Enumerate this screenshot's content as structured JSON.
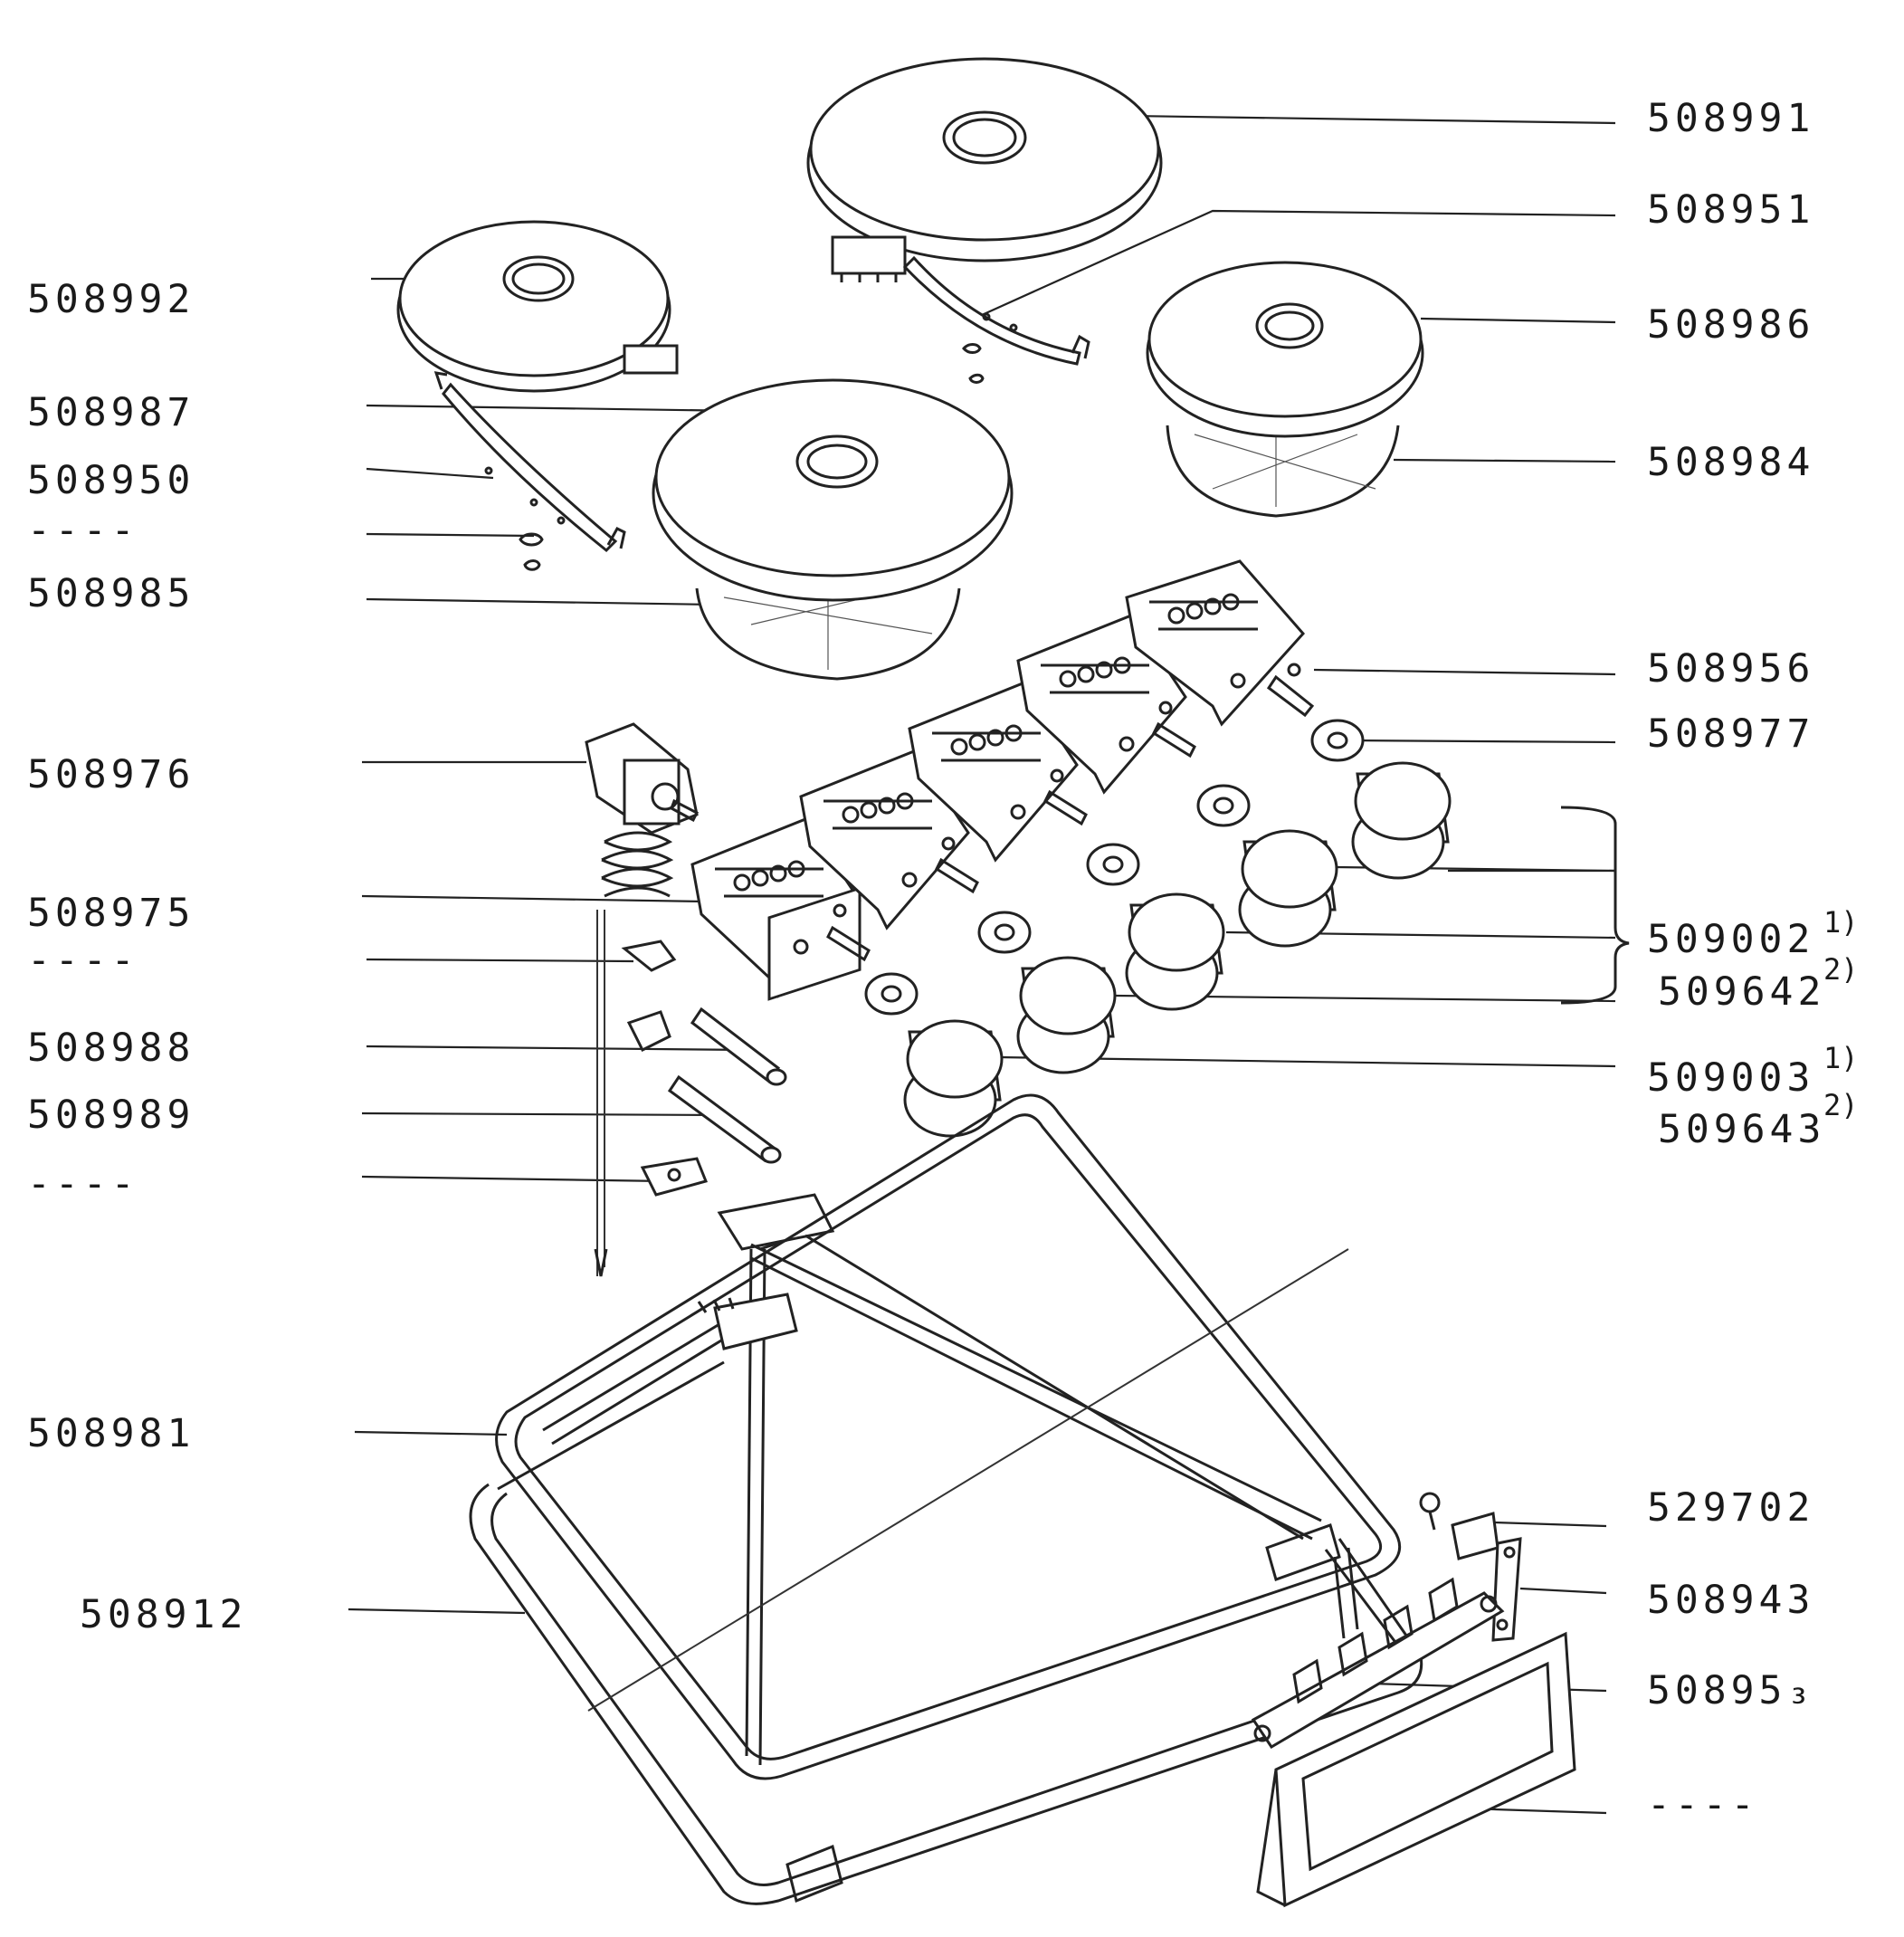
{
  "diagram": {
    "left_labels": [
      {
        "id": "l1",
        "text": "508992"
      },
      {
        "id": "l2",
        "text": "508987"
      },
      {
        "id": "l3",
        "text": "508950"
      },
      {
        "id": "l4",
        "text": "----"
      },
      {
        "id": "l5",
        "text": "508985"
      },
      {
        "id": "l6",
        "text": "508976"
      },
      {
        "id": "l7",
        "text": "508975"
      },
      {
        "id": "l8",
        "text": "----"
      },
      {
        "id": "l9",
        "text": "508988"
      },
      {
        "id": "l10",
        "text": "508989"
      },
      {
        "id": "l11",
        "text": "----"
      },
      {
        "id": "l12",
        "text": "508981"
      },
      {
        "id": "l13",
        "text": "508912"
      }
    ],
    "right_labels": [
      {
        "id": "r1",
        "text": "508991"
      },
      {
        "id": "r2",
        "text": "508951"
      },
      {
        "id": "r3",
        "text": "508986"
      },
      {
        "id": "r4",
        "text": "508984"
      },
      {
        "id": "r5",
        "text": "508956"
      },
      {
        "id": "r6",
        "text": "508977"
      },
      {
        "id": "r7",
        "text": "509002",
        "note": "1)"
      },
      {
        "id": "r8",
        "text": "509642",
        "note": "2)"
      },
      {
        "id": "r9",
        "text": "509003",
        "note": "1)"
      },
      {
        "id": "r10",
        "text": "509643",
        "note": "2)"
      },
      {
        "id": "r11",
        "text": "529702"
      },
      {
        "id": "r12",
        "text": "508943"
      },
      {
        "id": "r13",
        "text": "50895₃"
      },
      {
        "id": "r14",
        "text": "----"
      }
    ]
  }
}
